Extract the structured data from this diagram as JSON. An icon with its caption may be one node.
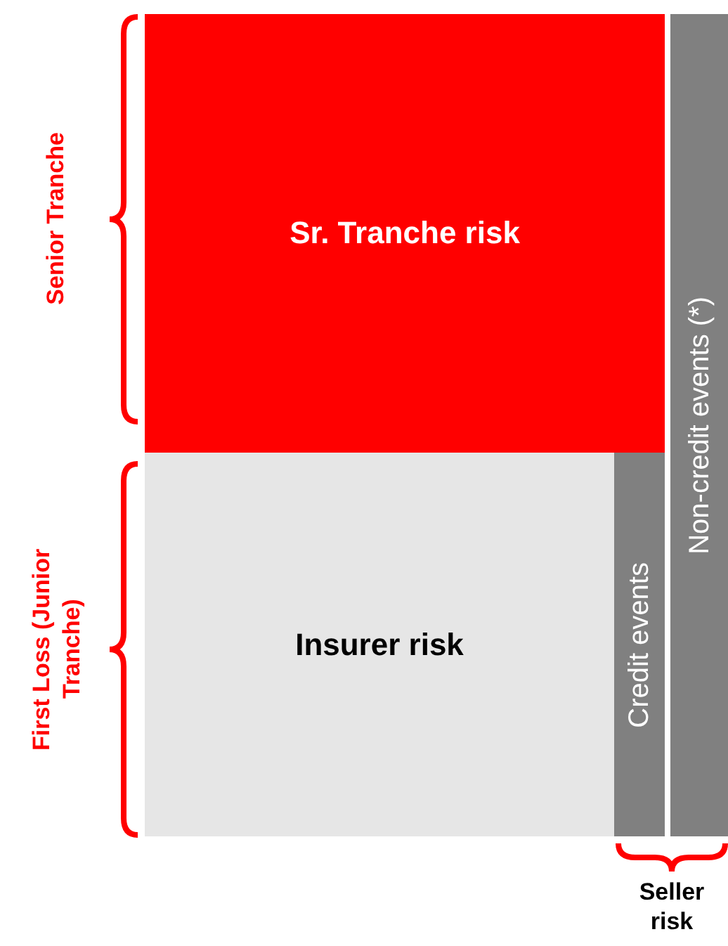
{
  "diagram": {
    "nodes": [
      {
        "text": [
          "Sr. Tranche risk"
        ]
      },
      {
        "text": [
          "Insurer risk"
        ]
      },
      {
        "text": [
          "Credit events"
        ]
      },
      {
        "text": [
          "Non-credit events (*)"
        ]
      }
    ],
    "labels": [
      "Senior Tranche",
      "First Loss (Junior Tranche)",
      "Seller risk"
    ]
  }
}
